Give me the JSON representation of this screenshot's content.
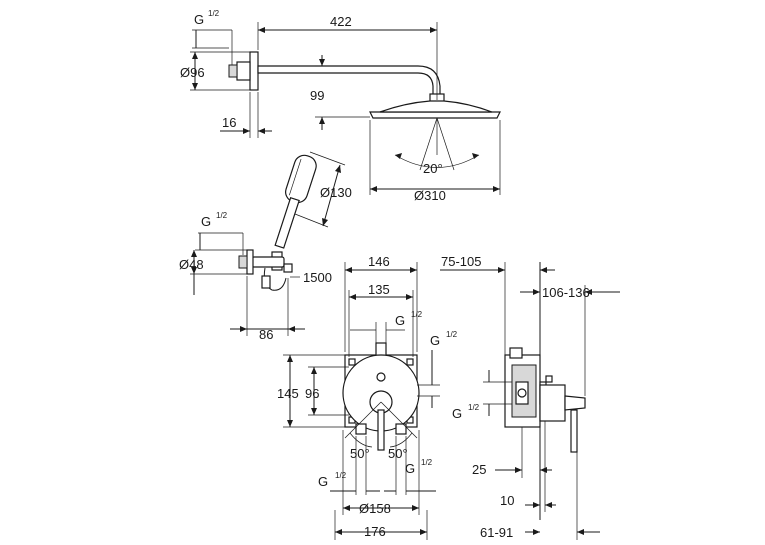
{
  "labels": {
    "arm_thread": "G",
    "arm_thread_frac": "1/2",
    "arm_length": "422",
    "flange_dia": "Ø96",
    "arm_drop": "99",
    "flange_depth": "16",
    "spray_angle": "20°",
    "head_dia": "Ø310",
    "hand_dia": "Ø130",
    "elbow_thread": "G",
    "elbow_thread_frac": "1/2",
    "elbow_flange": "Ø48",
    "hose_length": "1500",
    "elbow_projection": "86",
    "body_width": "146",
    "body_inner_width": "135",
    "top_thread": "G",
    "top_thread_frac": "1/2",
    "side_thread": "G",
    "side_thread_frac": "1/2",
    "body_height": "145",
    "body_inner_height": "96",
    "angle_left": "50°",
    "angle_right": "50°",
    "bottom_thread_left": "G",
    "bottom_thread_left_frac": "1/2",
    "bottom_thread_right": "G",
    "bottom_thread_right_frac": "1/2",
    "plate_dia": "Ø158",
    "plate_width": "176",
    "install_depth": "75-105",
    "handle_projection": "106-136",
    "side_g": "G",
    "side_g_frac": "1/2",
    "inlet_offset": "25",
    "wall_gap": "10",
    "plate_projection": "61-91"
  }
}
